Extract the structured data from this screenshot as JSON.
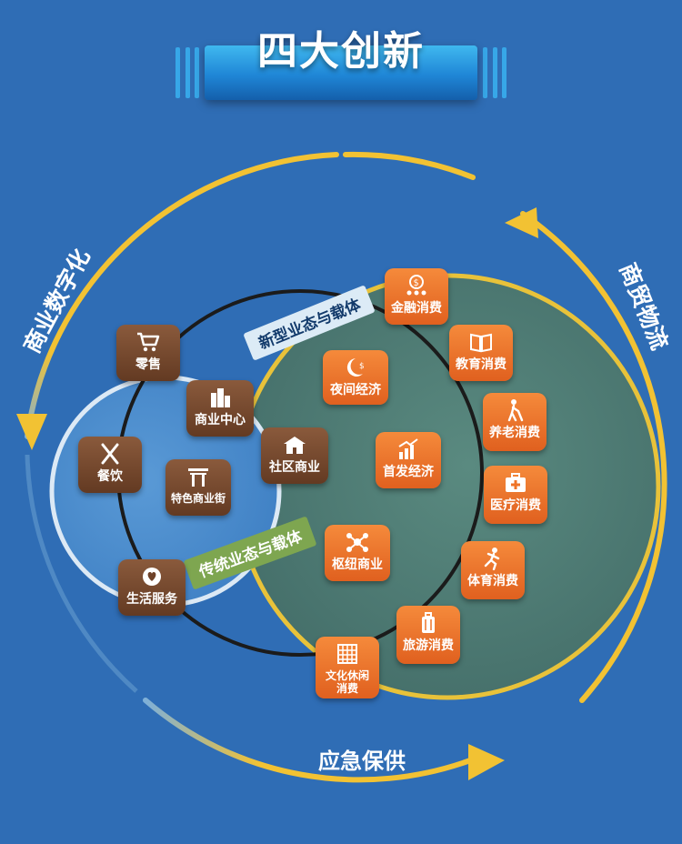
{
  "title": "四大创新",
  "outer_labels": {
    "left": "商业数字化",
    "right": "商贸物流",
    "bottom": "应急保供"
  },
  "carrier_labels": {
    "new": "新型业态与载体",
    "traditional": "传统业态与载体"
  },
  "nodes": {
    "retail": "零售",
    "commercial_center": "商业中心",
    "dining": "餐饮",
    "special_street": "特色商业街",
    "community": "社区商业",
    "life_service": "生活服务",
    "night_economy": "夜间经济",
    "first_launch": "首发经济",
    "hub_commerce": "枢纽商业",
    "finance": "金融消费",
    "education": "教育消费",
    "elderly": "养老消费",
    "medical": "医疗消费",
    "sports": "体育消费",
    "tourism": "旅游消费",
    "culture_line1": "文化休闲",
    "culture_line2": "消费"
  },
  "colors": {
    "background": "#2f6db5",
    "ring": "#f2c233",
    "brown_node": "#6f4229",
    "orange_node": "#ef7428",
    "green_region": "#4f7f78",
    "blue_region": "#4b8ccc",
    "new_ribbon": "#dcebf6",
    "traditional_ribbon": "#7ea650"
  },
  "icons": {
    "retail": "shopping-cart-icon",
    "commercial_center": "buildings-icon",
    "dining": "fork-knife-icon",
    "special_street": "gate-icon",
    "community": "house-icon",
    "life_service": "heart-hand-icon",
    "night_economy": "moon-coin-icon",
    "first_launch": "chart-up-icon",
    "hub_commerce": "network-icon",
    "finance": "money-people-icon",
    "education": "book-icon",
    "elderly": "elder-walk-icon",
    "medical": "medical-kit-icon",
    "sports": "runner-icon",
    "tourism": "luggage-icon",
    "culture": "grid-icon"
  }
}
